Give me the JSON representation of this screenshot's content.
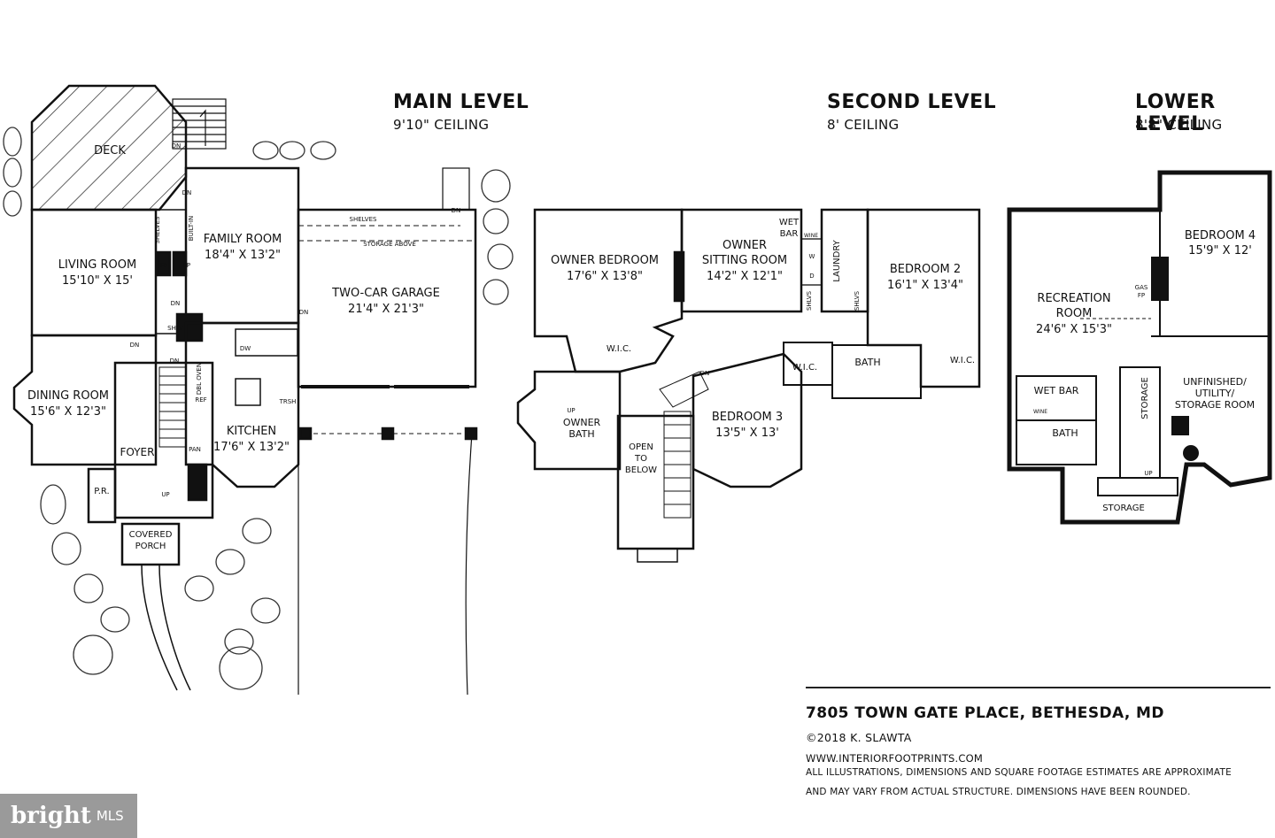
{
  "levels": {
    "main": {
      "title": "MAIN LEVEL",
      "ceiling": "9'10\" CEILING"
    },
    "second": {
      "title": "SECOND LEVEL",
      "ceiling": "8' CEILING"
    },
    "lower": {
      "title": "LOWER LEVEL",
      "ceiling": "8'8\" CEILING"
    }
  },
  "rooms": {
    "deck": "DECK",
    "living_name": "LIVING ROOM",
    "living_dim": "15'10\" X 15'",
    "family_name": "FAMILY ROOM",
    "family_dim": "18'4\" X 13'2\"",
    "garage_name": "TWO-CAR GARAGE",
    "garage_dim": "21'4\" X 21'3\"",
    "dining_name": "DINING ROOM",
    "dining_dim": "15'6\" X 12'3\"",
    "kitchen_name": "KITCHEN",
    "kitchen_dim": "17'6\" X 13'2\"",
    "foyer": "FOYER",
    "pr": "P.R.",
    "porch_1": "COVERED",
    "porch_2": "PORCH",
    "shelves": "SHELVES",
    "storage_above": "STORAGE ABOVE",
    "owner_bed_name": "OWNER BEDROOM",
    "owner_bed_dim": "17'6\" X 13'8\"",
    "owner_sit_1": "OWNER",
    "owner_sit_2": "SITTING ROOM",
    "owner_sit_dim": "14'2\" X 12'1\"",
    "wet_bar_1": "WET",
    "wet_bar_2": "BAR",
    "laundry": "LAUNDRY",
    "bed2_name": "BEDROOM 2",
    "bed2_dim": "16'1\" X 13'4\"",
    "wic": "W.I.C.",
    "bath": "BATH",
    "owner_bath_1": "OWNER",
    "owner_bath_2": "BATH",
    "open_1": "OPEN",
    "open_2": "TO",
    "open_3": "BELOW",
    "bed3_name": "BEDROOM 3",
    "bed3_dim": "13'5\" X 13'",
    "rec_1": "RECREATION",
    "rec_2": "ROOM",
    "rec_dim": "24'6\" X 15'3\"",
    "bed4_name": "BEDROOM 4",
    "bed4_dim": "15'9\" X 12'",
    "unfinished_1": "UNFINISHED/",
    "unfinished_2": "UTILITY/",
    "unfinished_3": "STORAGE ROOM",
    "wet_bar": "WET BAR",
    "storage": "STORAGE",
    "gas_fp_1": "GAS",
    "gas_fp_2": "FP",
    "wine": "WINE"
  },
  "small_labels": {
    "dn": "DN",
    "up": "UP",
    "fp": "FP",
    "shlv": "SHLV",
    "shlvs": "SHLVS",
    "built_in": "BUILT-IN",
    "dw": "DW",
    "ref": "REF",
    "pan": "PAN",
    "trsh": "TRSH",
    "dbl_oven": "DBL OVEN",
    "w": "W",
    "d": "D"
  },
  "footer": {
    "address": "7805 TOWN GATE PLACE, BETHESDA, MD",
    "copyright": "©2018 K. SLAWTA",
    "website": "WWW.INTERIORFOOTPRINTS.COM",
    "disclaimer_1": "ALL ILLUSTRATIONS, DIMENSIONS AND SQUARE FOOTAGE ESTIMATES ARE APPROXIMATE",
    "disclaimer_2": "AND MAY VARY FROM ACTUAL STRUCTURE. DIMENSIONS HAVE BEEN ROUNDED."
  },
  "logo": {
    "brand": "bright",
    "suffix": "MLS"
  }
}
